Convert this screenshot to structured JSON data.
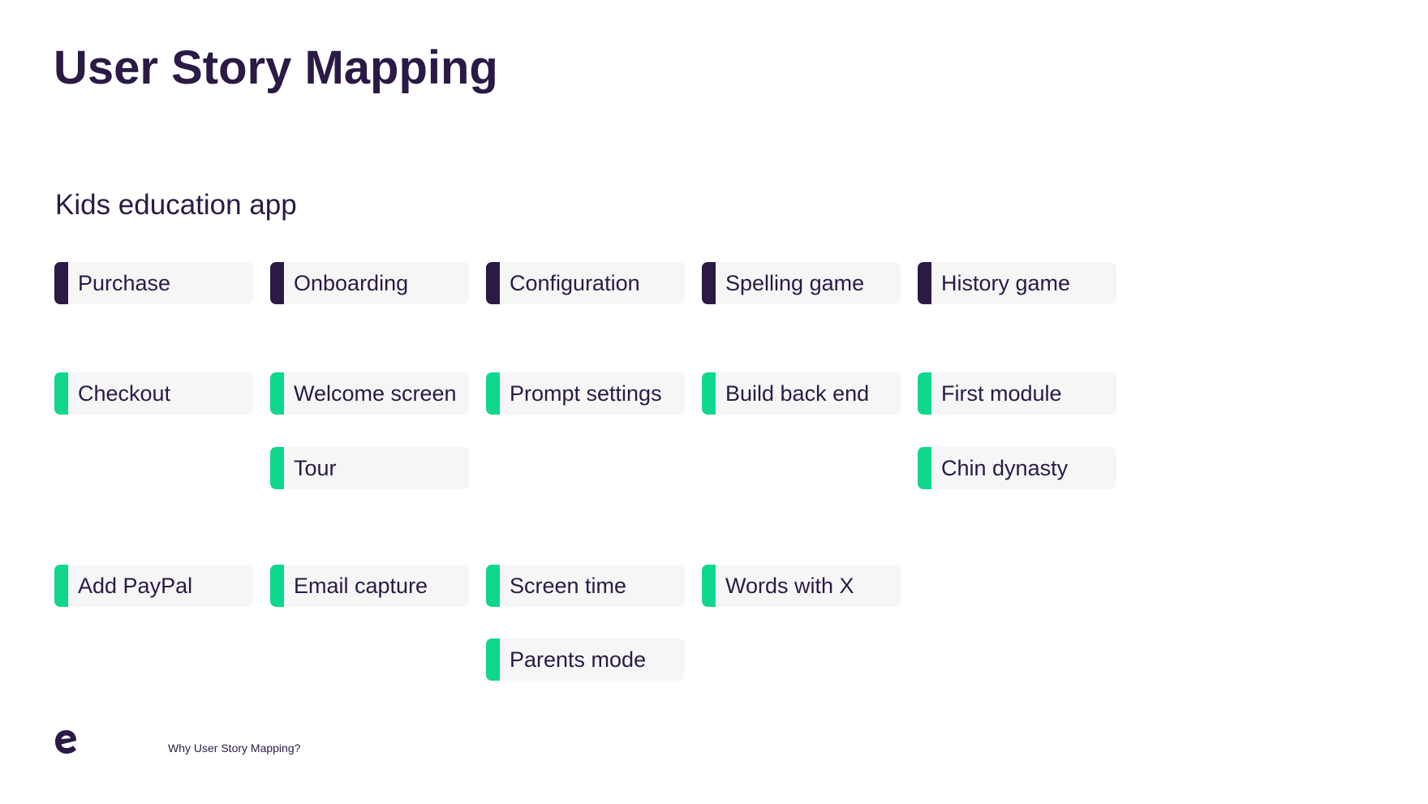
{
  "header": {
    "title": "User Story Mapping"
  },
  "section": {
    "subtitle": "Kids education app"
  },
  "colors": {
    "text": "#2a1a45",
    "activity_stripe": "#2a1a45",
    "story_stripe": "#0fd88d",
    "card_background": "#f6f6f7"
  },
  "activities": [
    {
      "label": "Purchase"
    },
    {
      "label": "Onboarding"
    },
    {
      "label": "Configuration"
    },
    {
      "label": "Spelling game"
    },
    {
      "label": "History game"
    }
  ],
  "release_1": [
    {
      "label": "Checkout"
    },
    {
      "label": "Welcome screen"
    },
    {
      "label": "Tour"
    },
    {
      "label": "Prompt settings"
    },
    {
      "label": "Build back end"
    },
    {
      "label": "First module"
    },
    {
      "label": "Chin dynasty"
    }
  ],
  "release_2": [
    {
      "label": "Add PayPal"
    },
    {
      "label": "Email capture"
    },
    {
      "label": "Screen time"
    },
    {
      "label": "Parents mode"
    },
    {
      "label": "Words with X"
    }
  ],
  "footer": {
    "logo_icon": "brand-e-logo",
    "text": "Why User Story Mapping?"
  }
}
